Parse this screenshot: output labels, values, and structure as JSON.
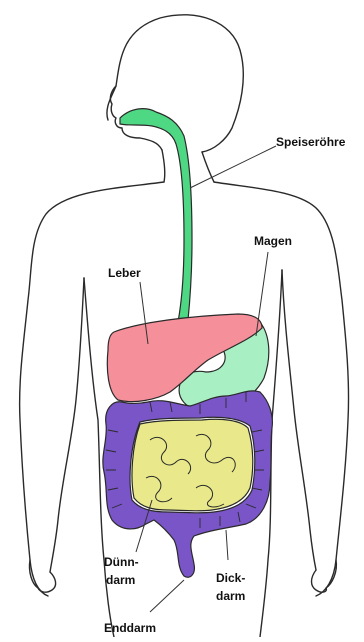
{
  "labels": {
    "speiseroehre": "Speiseröhre",
    "magen": "Magen",
    "leber": "Leber",
    "duenndarm_1": "Dünn-",
    "duenndarm_2": "darm",
    "dickdarm_1": "Dick-",
    "dickdarm_2": "darm",
    "enddarm": "Enddarm"
  },
  "colors": {
    "esophagus": "#4fd884",
    "liver": "#f58f9a",
    "stomach": "#a8f0c4",
    "large_intestine": "#7a55c8",
    "small_intestine": "#e9e98b",
    "outline": "#2a2a2a"
  }
}
